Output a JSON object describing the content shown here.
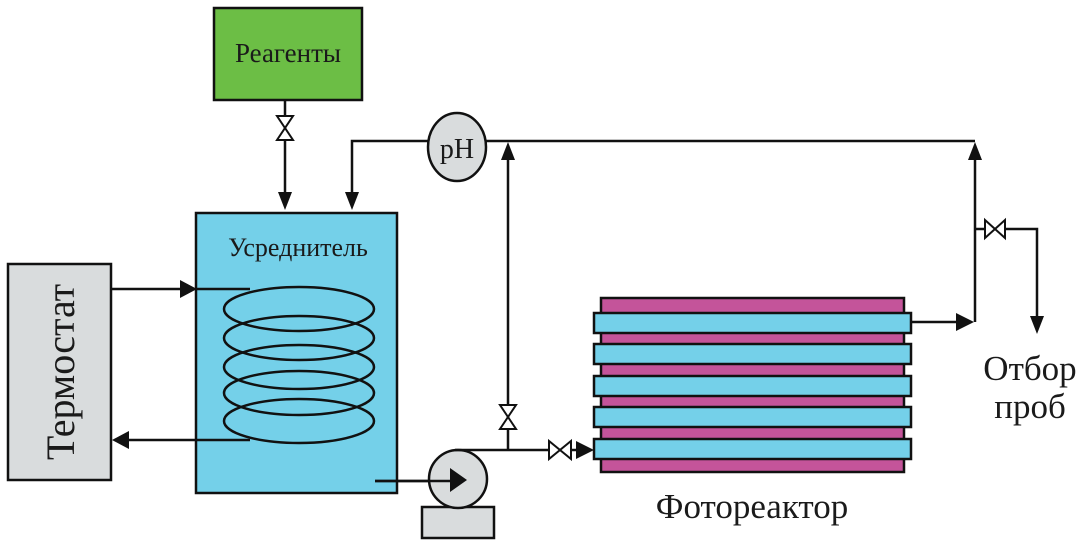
{
  "diagram": {
    "title": "Photoreactor setup scheme",
    "colors": {
      "reagents_fill": "#6cbe45",
      "tank_fill": "#74d0e9",
      "thermostat_fill": "#d9dcdd",
      "ph_fill": "#d9dcdd",
      "pump_fill": "#d9dcdd",
      "reactor_tube_fill": "#74d0e9",
      "reactor_lamp_fill": "#c4549a",
      "line": "#111111"
    },
    "nodes": {
      "reagents": {
        "label": "Реагенты"
      },
      "equalizer": {
        "label": "Усреднитель"
      },
      "thermostat": {
        "label": "Термостат"
      },
      "ph_sensor": {
        "label": "pH"
      },
      "pump": {
        "label": ""
      },
      "photoreactor": {
        "label": "Фотореактор",
        "tube_count": 5,
        "lamp_count": 6
      },
      "sampling": {
        "label_line1": "Отбор",
        "label_line2": "проб"
      }
    },
    "valves": [
      "reagents-valve",
      "bypass-valve",
      "reactor-inlet-valve",
      "sampling-valve"
    ]
  }
}
